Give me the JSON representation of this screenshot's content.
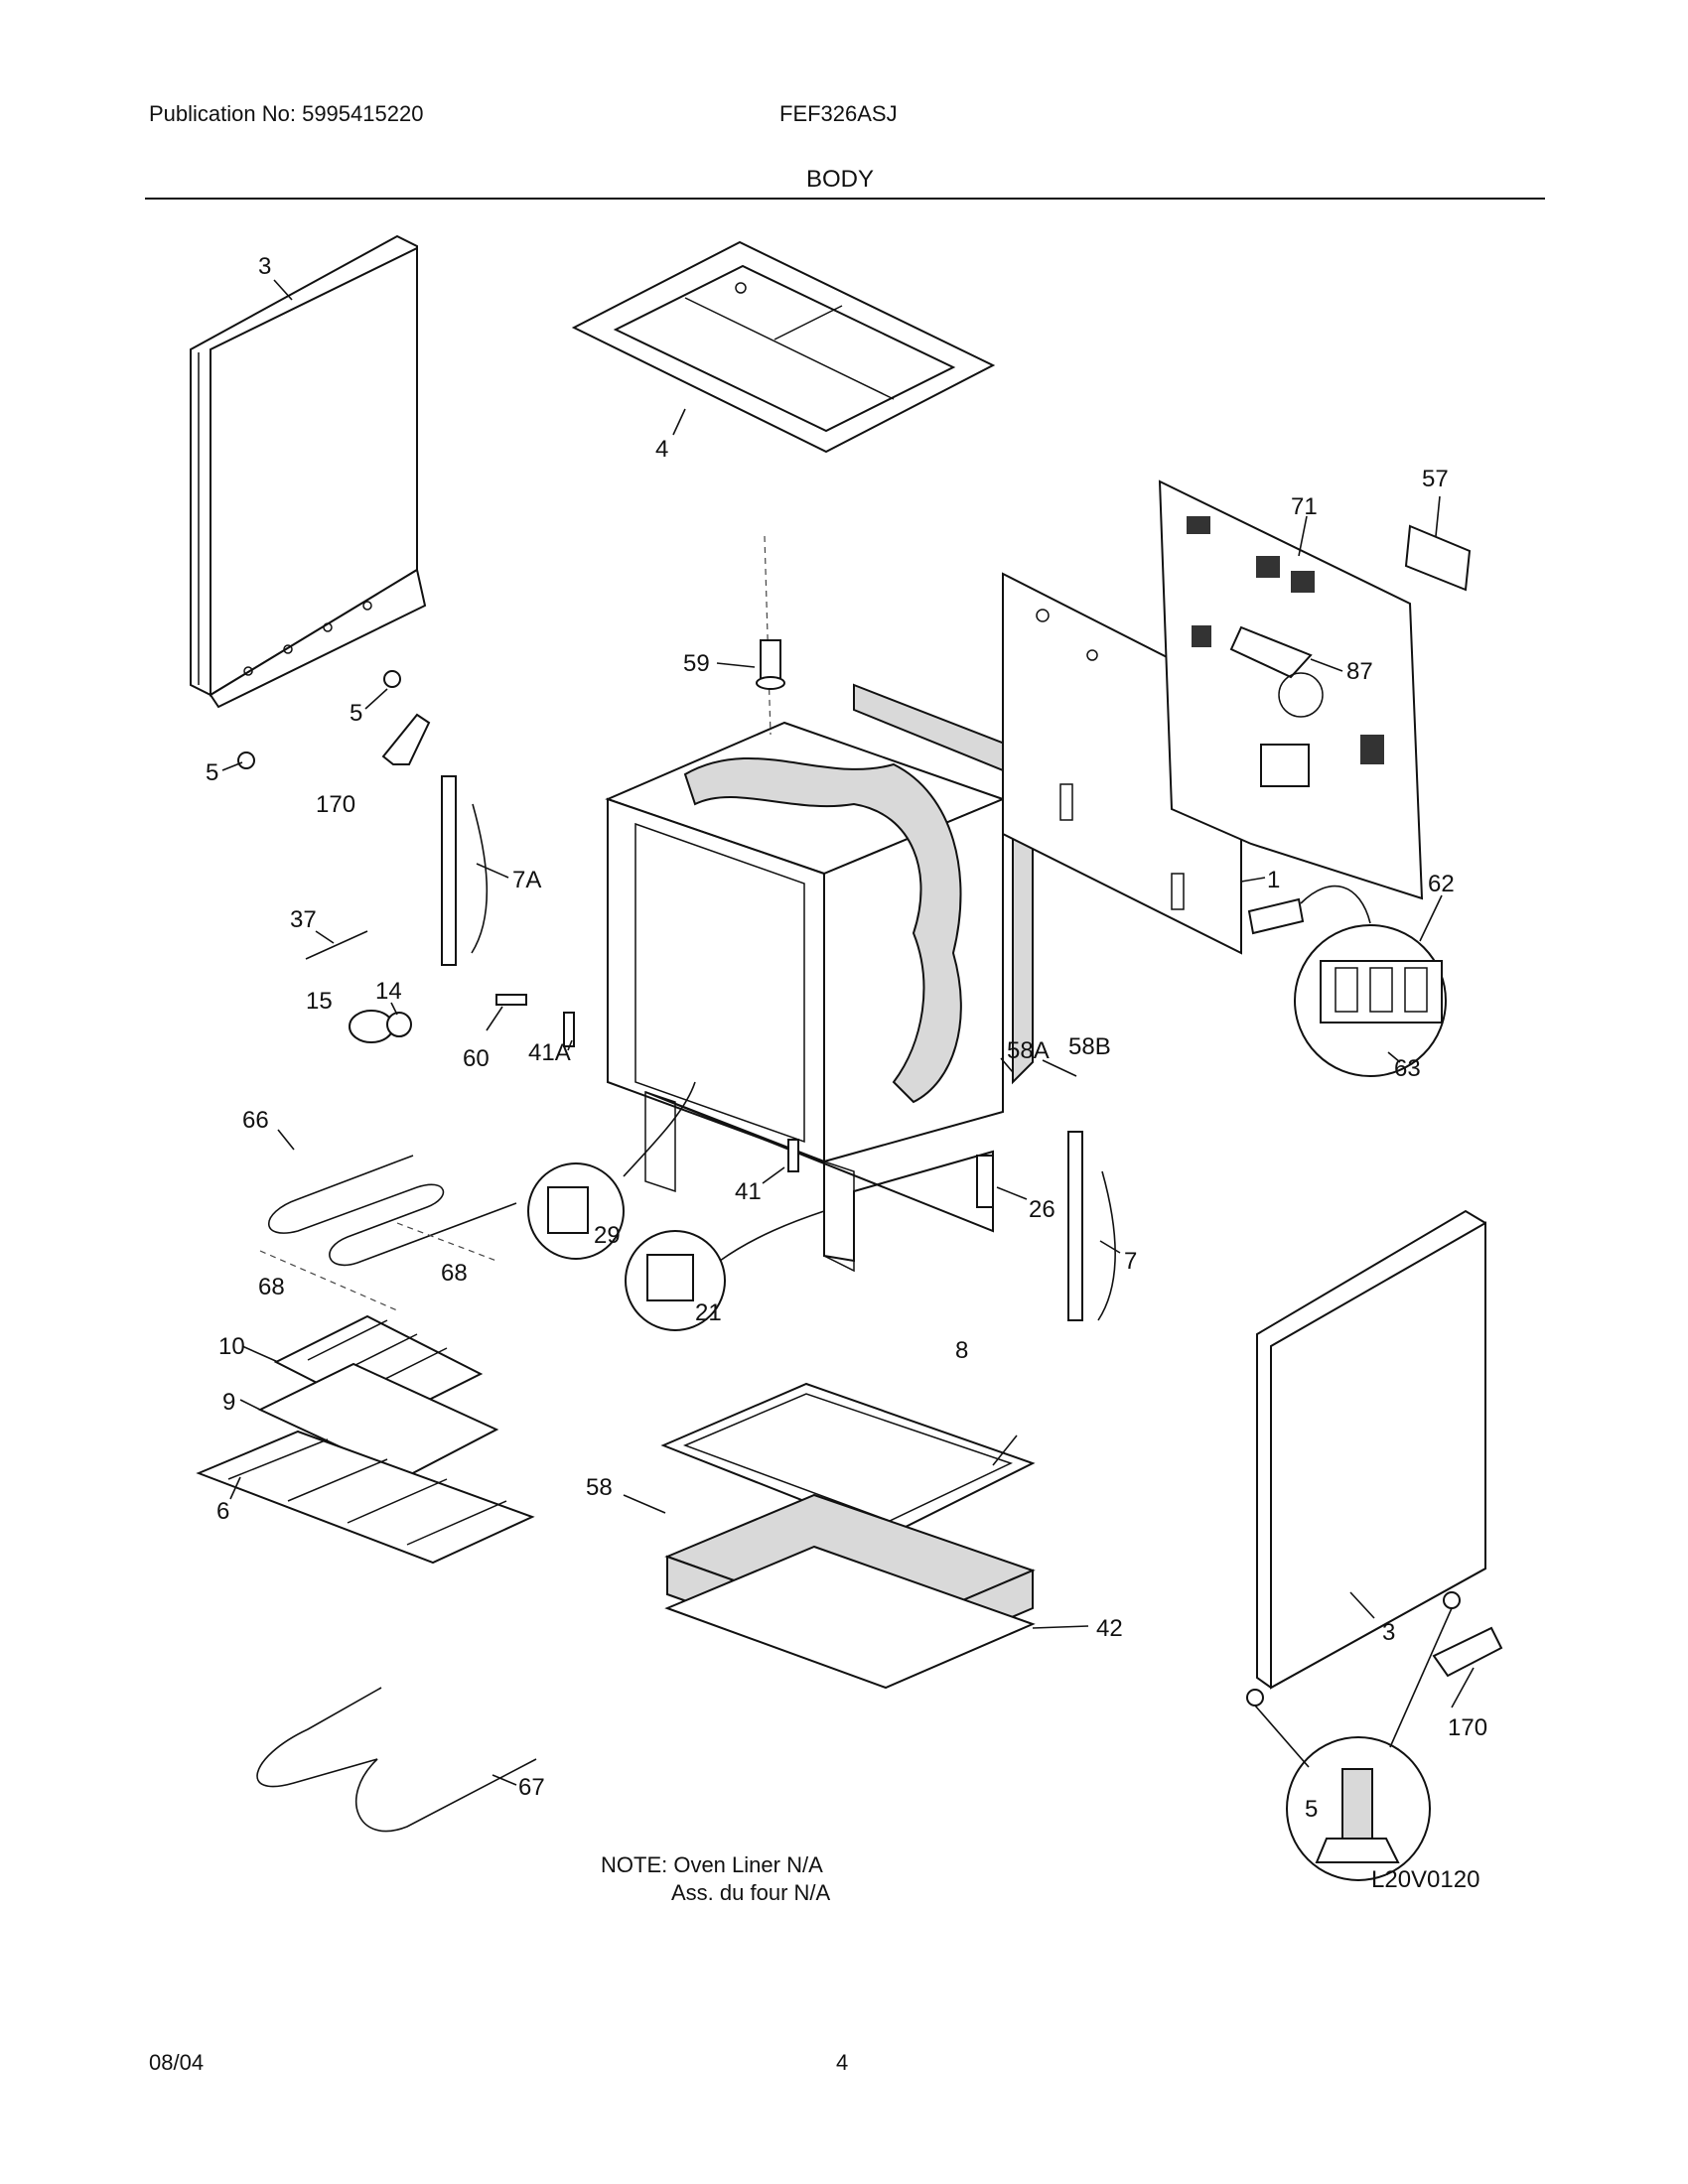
{
  "header": {
    "publication": "Publication No: 5995415220",
    "model": "FEF326ASJ",
    "section_title": "BODY"
  },
  "diagram": {
    "callouts": [
      {
        "id": "c-3-left",
        "text": "3"
      },
      {
        "id": "c-4",
        "text": "4"
      },
      {
        "id": "c-57",
        "text": "57"
      },
      {
        "id": "c-71",
        "text": "71"
      },
      {
        "id": "c-87",
        "text": "87"
      },
      {
        "id": "c-59",
        "text": "59"
      },
      {
        "id": "c-5-a",
        "text": "5"
      },
      {
        "id": "c-5-b",
        "text": "5"
      },
      {
        "id": "c-170-left",
        "text": "170"
      },
      {
        "id": "c-7A",
        "text": "7A"
      },
      {
        "id": "c-1",
        "text": "1"
      },
      {
        "id": "c-62",
        "text": "62"
      },
      {
        "id": "c-37",
        "text": "37"
      },
      {
        "id": "c-14",
        "text": "14"
      },
      {
        "id": "c-15",
        "text": "15"
      },
      {
        "id": "c-60",
        "text": "60"
      },
      {
        "id": "c-41A",
        "text": "41A"
      },
      {
        "id": "c-58A",
        "text": "58A"
      },
      {
        "id": "c-58B",
        "text": "58B"
      },
      {
        "id": "c-63",
        "text": "63"
      },
      {
        "id": "c-66",
        "text": "66"
      },
      {
        "id": "c-29",
        "text": "29"
      },
      {
        "id": "c-41",
        "text": "41"
      },
      {
        "id": "c-26",
        "text": "26"
      },
      {
        "id": "c-21",
        "text": "21"
      },
      {
        "id": "c-7",
        "text": "7"
      },
      {
        "id": "c-68-left",
        "text": "68"
      },
      {
        "id": "c-68-right",
        "text": "68"
      },
      {
        "id": "c-10",
        "text": "10"
      },
      {
        "id": "c-8",
        "text": "8"
      },
      {
        "id": "c-9",
        "text": "9"
      },
      {
        "id": "c-6",
        "text": "6"
      },
      {
        "id": "c-58",
        "text": "58"
      },
      {
        "id": "c-42",
        "text": "42"
      },
      {
        "id": "c-3-right",
        "text": "3"
      },
      {
        "id": "c-170-right",
        "text": "170"
      },
      {
        "id": "c-5-detail",
        "text": "5"
      },
      {
        "id": "c-67",
        "text": "67"
      }
    ],
    "note_line1": "NOTE: Oven Liner N/A",
    "note_line2": "Ass. du four N/A",
    "drawing_code": "L20V0120"
  },
  "footer": {
    "date": "08/04",
    "page": "4"
  }
}
